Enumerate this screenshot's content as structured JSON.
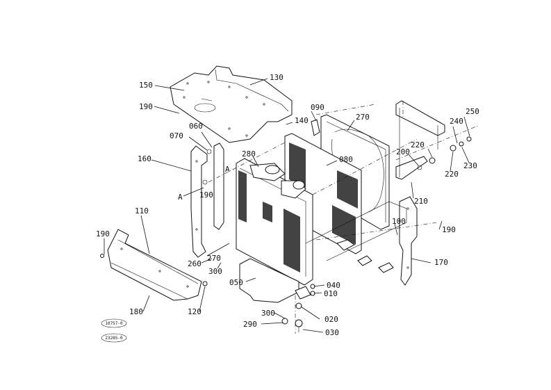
{
  "diagram": {
    "callouts": [
      {
        "id": "c130",
        "text": "130"
      },
      {
        "id": "c150",
        "text": "150"
      },
      {
        "id": "c190a",
        "text": "190"
      },
      {
        "id": "c090",
        "text": "090"
      },
      {
        "id": "c270a",
        "text": "270"
      },
      {
        "id": "c250",
        "text": "250"
      },
      {
        "id": "c140",
        "text": "140"
      },
      {
        "id": "c060",
        "text": "060"
      },
      {
        "id": "c070",
        "text": "070"
      },
      {
        "id": "c240",
        "text": "240"
      },
      {
        "id": "c220a",
        "text": "220"
      },
      {
        "id": "c200",
        "text": "200"
      },
      {
        "id": "c230",
        "text": "230"
      },
      {
        "id": "c220b",
        "text": "220"
      },
      {
        "id": "c280",
        "text": "280"
      },
      {
        "id": "c080",
        "text": "080"
      },
      {
        "id": "c160",
        "text": "160"
      },
      {
        "id": "cA1",
        "text": "A"
      },
      {
        "id": "cA2",
        "text": "A"
      },
      {
        "id": "c190b",
        "text": "190"
      },
      {
        "id": "c210",
        "text": "210"
      },
      {
        "id": "c110",
        "text": "110"
      },
      {
        "id": "c100",
        "text": "100"
      },
      {
        "id": "c190c",
        "text": "190"
      },
      {
        "id": "c190d",
        "text": "190"
      },
      {
        "id": "c270b",
        "text": "270"
      },
      {
        "id": "c260",
        "text": "260"
      },
      {
        "id": "c300a",
        "text": "300"
      },
      {
        "id": "c170",
        "text": "170"
      },
      {
        "id": "c050",
        "text": "050"
      },
      {
        "id": "c040",
        "text": "040"
      },
      {
        "id": "c010",
        "text": "010"
      },
      {
        "id": "c180",
        "text": "180"
      },
      {
        "id": "c120",
        "text": "120"
      },
      {
        "id": "c300b",
        "text": "300"
      },
      {
        "id": "c020",
        "text": "020"
      },
      {
        "id": "c290",
        "text": "290"
      },
      {
        "id": "c030",
        "text": "030"
      }
    ],
    "stamps": [
      "10757-0",
      "23285-0"
    ]
  }
}
